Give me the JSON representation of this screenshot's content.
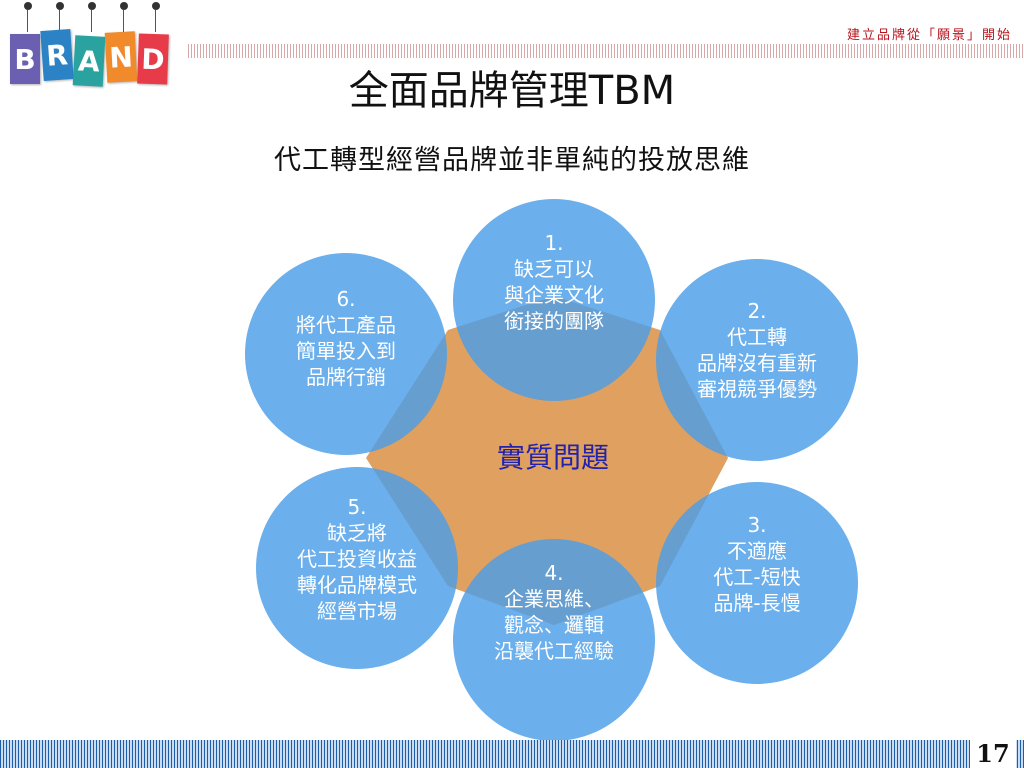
{
  "header": {
    "tagline": "建立品牌從「願景」開始"
  },
  "logo": {
    "letters": [
      "B",
      "R",
      "A",
      "N",
      "D"
    ],
    "colors": [
      "#6a5fb0",
      "#2b82c4",
      "#2aa3a0",
      "#f08a2a",
      "#e83b4a"
    ]
  },
  "slide": {
    "title": "全面品牌管理TBM",
    "subtitle": "代工轉型經營品牌並非單純的投放思維"
  },
  "diagram": {
    "center": "實質問題",
    "center_color": "#e0a060",
    "circle_color": "#4a9ee8",
    "items": [
      {
        "num": "1.",
        "lines": [
          "缺乏可以",
          "與企業文化",
          "銜接的團隊"
        ]
      },
      {
        "num": "2.",
        "lines": [
          "代工轉",
          "品牌沒有重新",
          "審視競爭優勢"
        ]
      },
      {
        "num": "3.",
        "lines": [
          "不適應",
          "代工-短快",
          "品牌-長慢"
        ]
      },
      {
        "num": "4.",
        "lines": [
          "企業思維、",
          "觀念、邏輯",
          "沿襲代工經驗"
        ]
      },
      {
        "num": "5.",
        "lines": [
          "缺乏將",
          "代工投資收益",
          "轉化品牌模式",
          "經營市場"
        ]
      },
      {
        "num": "6.",
        "lines": [
          "將代工產品",
          "簡單投入到",
          "品牌行銷"
        ]
      }
    ]
  },
  "footer": {
    "page_number": "17"
  }
}
